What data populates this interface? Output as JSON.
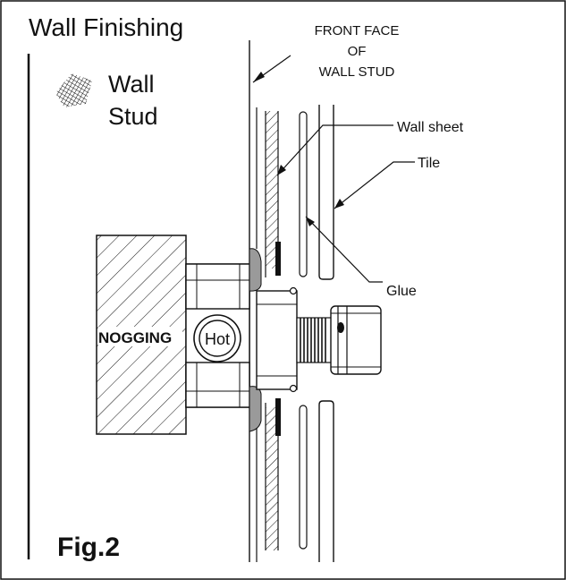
{
  "title": "Wall Finishing",
  "legend": {
    "line1": "Wall",
    "line2": "Stud",
    "swatch_icon": "crosshatch-swatch-icon"
  },
  "labels": {
    "front_face_1": "FRONT FACE",
    "front_face_2": "OF",
    "front_face_3": "WALL STUD",
    "wall_sheet": "Wall sheet",
    "tile": "Tile",
    "glue": "Glue",
    "nogging": "NOGGING",
    "hot": "Hot"
  },
  "figure_label": "Fig.2",
  "colors": {
    "line": "#111111",
    "seal": "#9a9a9a",
    "background": "#ffffff"
  }
}
